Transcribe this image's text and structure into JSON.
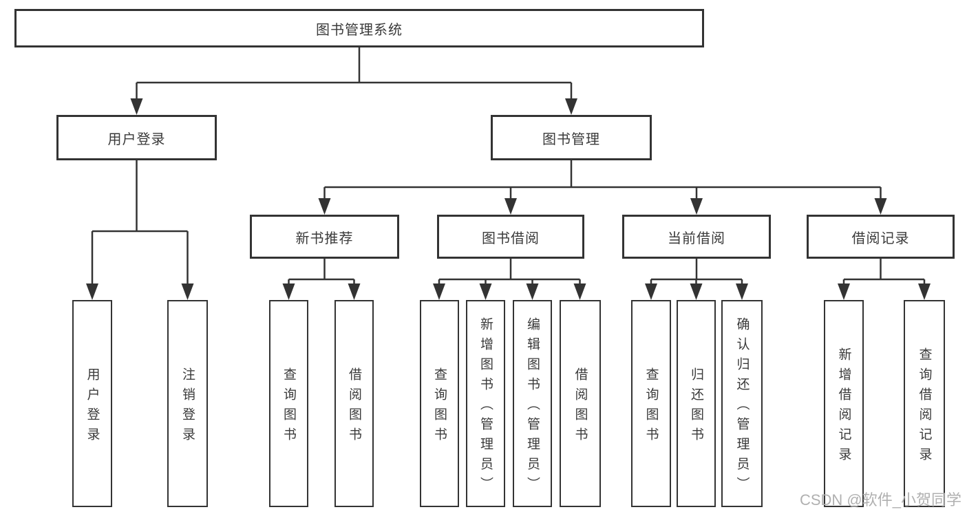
{
  "chart": {
    "root": {
      "label": "图书管理系统"
    },
    "branches": [
      {
        "label": "用户登录",
        "children": [
          {
            "label": "用户登录"
          },
          {
            "label": "注销登录"
          }
        ]
      },
      {
        "label": "图书管理",
        "children": [
          {
            "label": "新书推荐",
            "children": [
              {
                "label": "查询图书"
              },
              {
                "label": "借阅图书"
              }
            ]
          },
          {
            "label": "图书借阅",
            "children": [
              {
                "label": "查询图书"
              },
              {
                "label": "新增图书（管理员）"
              },
              {
                "label": "编辑图书（管理员）"
              },
              {
                "label": "借阅图书"
              }
            ]
          },
          {
            "label": "当前借阅",
            "children": [
              {
                "label": "查询图书"
              },
              {
                "label": "归还图书"
              },
              {
                "label": "确认归还（管理员）"
              }
            ]
          },
          {
            "label": "借阅记录",
            "children": [
              {
                "label": "新增借阅记录"
              },
              {
                "label": "查询借阅记录"
              }
            ]
          }
        ]
      }
    ]
  },
  "watermark": {
    "text": "CSDN @软件_小贺同学"
  },
  "colors": {
    "line": "#333333",
    "text": "#3a3a3a",
    "watermark": "#b0b0b0",
    "background": "#ffffff"
  }
}
